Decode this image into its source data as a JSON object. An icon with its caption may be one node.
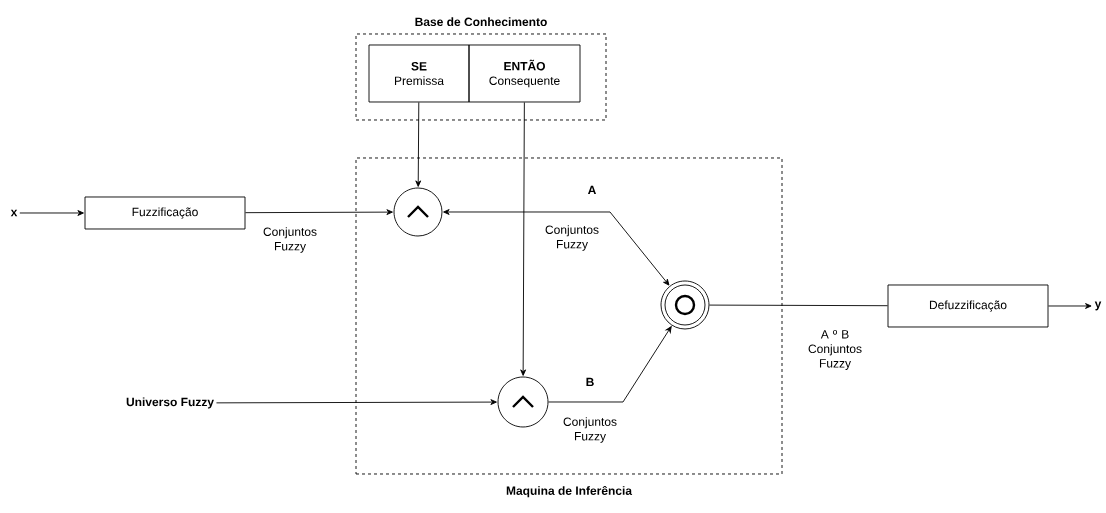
{
  "diagram": {
    "nodes": [
      {
        "text": [
          "Base de Conhecimento"
        ]
      },
      {
        "text": [
          "SE",
          "Premissa"
        ],
        "in": 0
      },
      {
        "text": [
          "ENTÃO",
          "Consequente"
        ],
        "in": 0
      },
      {
        "text": [
          "Maquina de Inferência"
        ]
      },
      {
        "text": [
          "x"
        ]
      },
      {
        "text": [
          "Fuzzificação"
        ]
      },
      {
        "text": [],
        "shape": "circle",
        "in": 3
      },
      {
        "text": [
          "Universo Fuzzy"
        ]
      },
      {
        "text": [],
        "shape": "circle",
        "in": 3
      },
      {
        "text": [],
        "shape": "circle",
        "in": 3
      },
      {
        "text": [
          "Defuzzificação"
        ]
      },
      {
        "text": [
          "y"
        ]
      }
    ],
    "edges": [
      {
        "from": 4,
        "to": 5,
        "arrow": "to"
      },
      {
        "from": 5,
        "to": 6,
        "arrow": "to",
        "label": "Conjuntos Fuzzy"
      },
      {
        "from": 1,
        "to": 6,
        "arrow": "to"
      },
      {
        "from": 2,
        "to": 8,
        "arrow": "to"
      },
      {
        "from": 7,
        "to": 8,
        "arrow": "to"
      },
      {
        "from": 6,
        "to": 9,
        "arrow": "both",
        "label": "A"
      },
      {
        "from": 8,
        "to": 9,
        "arrow": "to",
        "label": "B"
      },
      {
        "from": 9,
        "to": 10,
        "arrow": "none",
        "label": "A º B Conjuntos Fuzzy"
      },
      {
        "from": 10,
        "to": 11,
        "arrow": "to"
      }
    ],
    "labels": [
      "Conjuntos Fuzzy",
      "Conjuntos Fuzzy"
    ]
  }
}
